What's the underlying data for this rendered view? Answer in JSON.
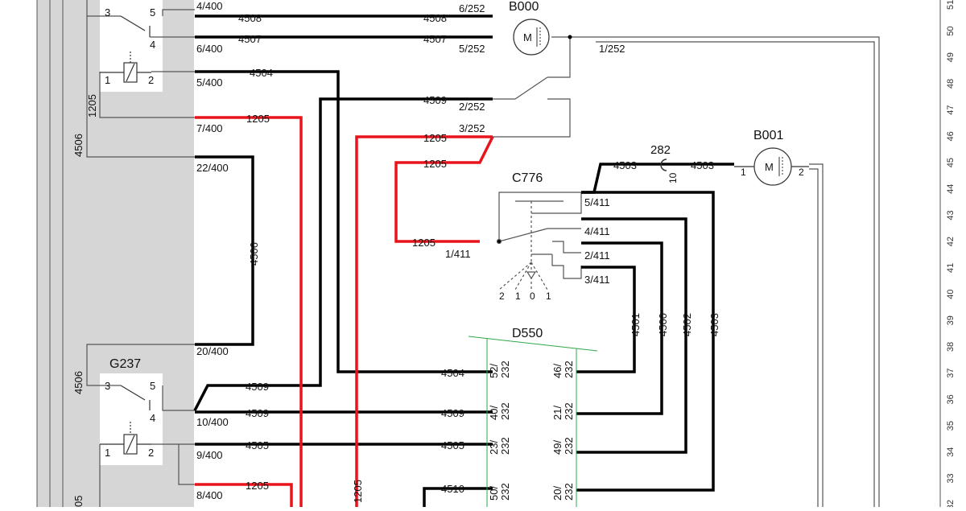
{
  "components": {
    "relay_top": {
      "pins": [
        "3",
        "5",
        "4",
        "1",
        "2"
      ]
    },
    "relay_bottom": {
      "name": "G237",
      "pins": [
        "3",
        "5",
        "4",
        "1",
        "2"
      ]
    },
    "motor_b000": {
      "name": "B000",
      "symbol": "M"
    },
    "motor_b001": {
      "name": "B001",
      "symbol": "M",
      "pins": [
        "1",
        "2"
      ]
    },
    "switch_c776": {
      "name": "C776",
      "positions": [
        "2",
        "1",
        "0",
        "1"
      ]
    },
    "module_d550": {
      "name": "D550"
    },
    "connector_282": {
      "name": "282",
      "pin": "10"
    }
  },
  "wire_labels": [
    "4/400",
    "4508",
    "4507",
    "6/400",
    "4504",
    "5/400",
    "1205",
    "7/400",
    "22/400",
    "4506",
    "20/400",
    "4509",
    "10/400",
    "4505",
    "9/400",
    "8/400",
    "6/252",
    "5/252",
    "2/252",
    "3/252",
    "1/252",
    "1/411",
    "5/411",
    "4/411",
    "2/411",
    "3/411",
    "4503",
    "4501",
    "4500",
    "4502",
    "4510",
    "52/\n232",
    "40/\n232",
    "23/\n232",
    "50/\n232",
    "46/\n232",
    "21/\n232",
    "49/\n232",
    "20/\n232"
  ],
  "text": {
    "l_4_400": "4/400",
    "l_4508a": "4508",
    "l_4507a": "4507",
    "l_6_400": "6/400",
    "l_4504a": "4504",
    "l_5_400": "5/400",
    "l_1205a": "1205",
    "l_7_400": "7/400",
    "l_22_400": "22/400",
    "l_4506v": "4506",
    "l_20_400": "20/400",
    "l_4509a": "4509",
    "l_4509b": "4509",
    "l_10_400": "10/400",
    "l_4505a": "4505",
    "l_9_400": "9/400",
    "l_1205b": "1205",
    "l_8_400": "8/400",
    "l_1205v_left": "1205",
    "l_4506_left": "4506",
    "l_4506_left2": "4506",
    "l_05": "05",
    "l_4508b": "4508",
    "l_6_252": "6/252",
    "l_4507b": "4507",
    "l_5_252": "5/252",
    "l_1_252": "1/252",
    "l_4509c": "4509",
    "l_2_252": "2/252",
    "l_1205c": "1205",
    "l_3_252": "3/252",
    "l_1205d": "1205",
    "l_1205e": "1205",
    "l_1_411": "1/411",
    "l_5_411": "5/411",
    "l_4_411": "4/411",
    "l_2_411": "2/411",
    "l_3_411": "3/411",
    "l_4503a": "4503",
    "l_4503b": "4503",
    "l_282": "282",
    "l_10": "10",
    "l_4501": "4501",
    "l_4500": "4500",
    "l_4502": "4502",
    "l_4503v": "4503",
    "l_4504b": "4504",
    "l_4509d": "4509",
    "l_4505b": "4505",
    "l_4510": "4510",
    "l_1205v": "1205",
    "p52": "52/",
    "p52b": "232",
    "p40": "40/",
    "p40b": "232",
    "p23": "23/",
    "p23b": "232",
    "p50": "50/",
    "p50b": "232",
    "p46": "46/",
    "p46b": "232",
    "p21": "21/",
    "p21b": "232",
    "p49": "49/",
    "p49b": "232",
    "p20": "20/",
    "p20b": "232",
    "rt3": "3",
    "rt5": "5",
    "rt4": "4",
    "rt1": "1",
    "rt2": "2",
    "rb3": "3",
    "rb5": "5",
    "rb4": "4",
    "rb1": "1",
    "rb2": "2",
    "b000": "B000",
    "b000m": "M",
    "b001": "B001",
    "b001m": "M",
    "b001p1": "1",
    "b001p2": "2",
    "c776": "C776",
    "sw2": "2",
    "sw1a": "1",
    "sw0": "0",
    "sw1b": "1",
    "d550": "D550"
  },
  "ruler": {
    "numbers": [
      "51",
      "50",
      "49",
      "48",
      "47",
      "46",
      "45",
      "44",
      "43",
      "42",
      "41",
      "40",
      "39",
      "38",
      "37",
      "36",
      "35",
      "34",
      "33",
      "32"
    ]
  },
  "colors": {
    "wire_red": "#e8141c",
    "wire_black": "#000000",
    "thin": "#555555",
    "panel": "#d6d6d6",
    "module_border": "#2ea84a"
  }
}
